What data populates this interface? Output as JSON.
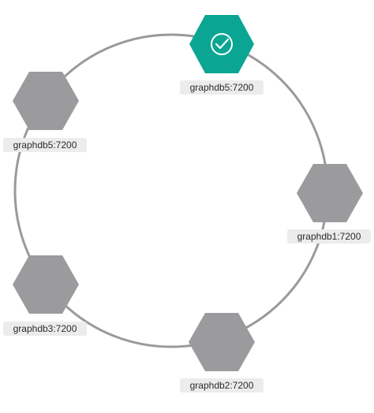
{
  "colors": {
    "ring": "#9a9a9c",
    "node_inactive": "#9b9b9e",
    "node_active": "#0aa693",
    "check_icon": "#ffffff",
    "label_bg": "#ececec",
    "label_text": "#2b2b2b"
  },
  "cluster": {
    "nodes": [
      {
        "id": "node-top",
        "label": "graphdb5:7200",
        "status": "active",
        "icon": "check-circle-icon"
      },
      {
        "id": "node-top-left",
        "label": "graphdb5:7200",
        "status": "inactive",
        "icon": ""
      },
      {
        "id": "node-right",
        "label": "graphdb1:7200",
        "status": "inactive",
        "icon": ""
      },
      {
        "id": "node-bottom-left",
        "label": "graphdb3:7200",
        "status": "inactive",
        "icon": ""
      },
      {
        "id": "node-bottom",
        "label": "graphdb2:7200",
        "status": "inactive",
        "icon": ""
      }
    ]
  }
}
